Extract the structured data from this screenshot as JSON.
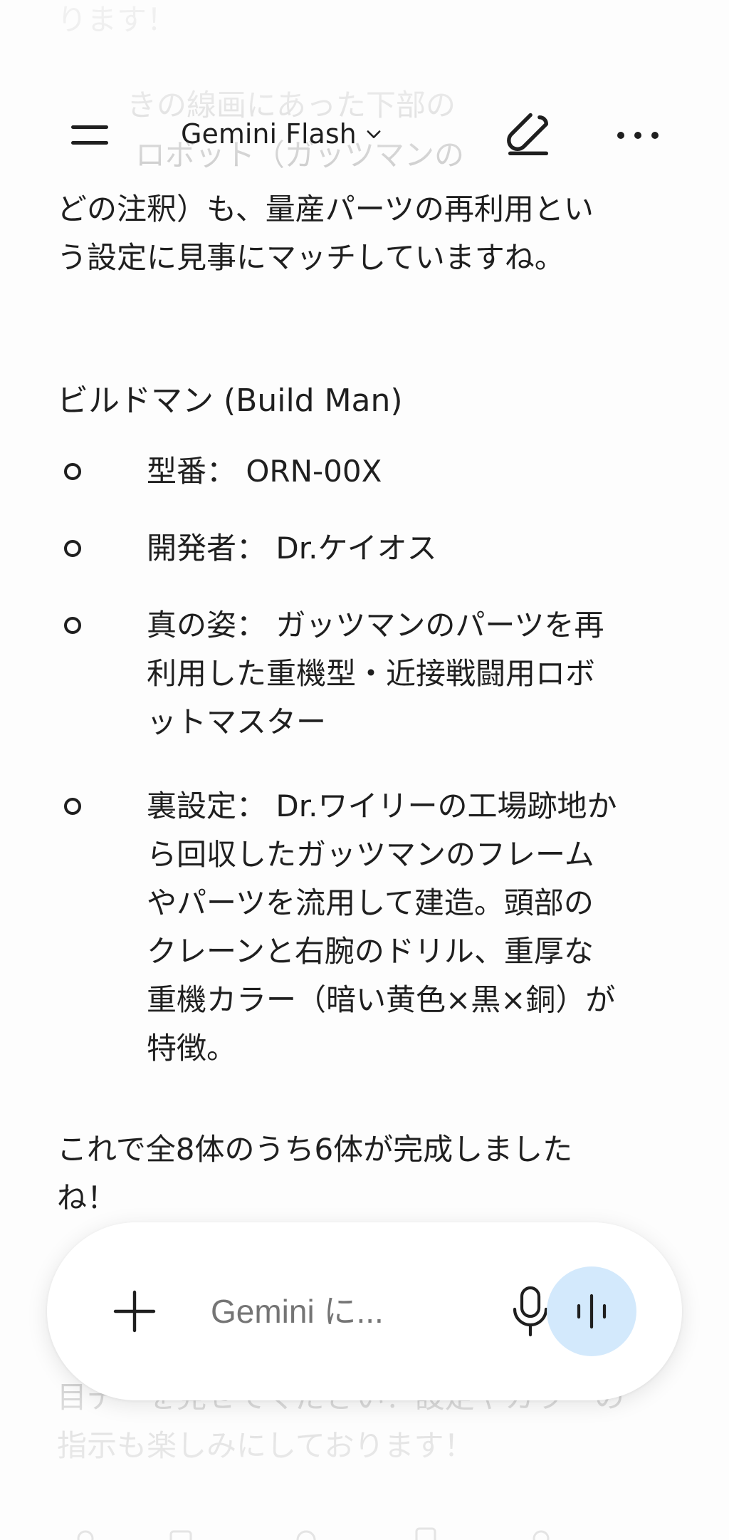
{
  "app": {
    "model_name": "Gemini Flash",
    "menu_icon": "menu-icon",
    "dropdown_icon": "chevron-down-icon",
    "new_chat_icon": "edit-pen-icon",
    "more_icon": "more-horizontal-icon"
  },
  "chat": {
    "top_faded_lines": [
      "ります！",
      "きの線画にあった下部の",
      "ロボット（ガッツマンの"
    ],
    "intro_lines": [
      "どの注釈）も、量産パーツの再利用とい",
      "う設定に見事にマッチしていますね。"
    ],
    "heading": "ビルドマン (Build Man)",
    "items": [
      {
        "lines": [
          "型番： ORN-00X"
        ]
      },
      {
        "lines": [
          "開発者： Dr.ケイオス"
        ]
      },
      {
        "lines": [
          "真の姿： ガッツマンのパーツを再",
          "利用した重機型・近接戦闘用ロボ",
          "ットマスター"
        ]
      },
      {
        "lines": [
          "裏設定： Dr.ワイリーの工場跡地か",
          "ら回収したガッツマンのフレーム",
          "やパーツを流用して建造。頭部の",
          "クレーンと右腕のドリル、重厚な",
          "重機カラー（暗い黄色×黒×銅）が",
          "特徴。"
        ]
      }
    ],
    "summary_lines": [
      "これで全8体のうち6体が完成しました",
      "ね！"
    ],
    "bottom_faded_lines": [
      "目デ　を見せてください！設定やカラーの",
      "指示も楽しみにしております！"
    ]
  },
  "composer": {
    "placeholder": "Gemini に...",
    "add_icon": "plus-icon",
    "mic_icon": "microphone-icon",
    "live_icon": "audio-waveform-icon",
    "live_bg": "#d3e9fc"
  }
}
